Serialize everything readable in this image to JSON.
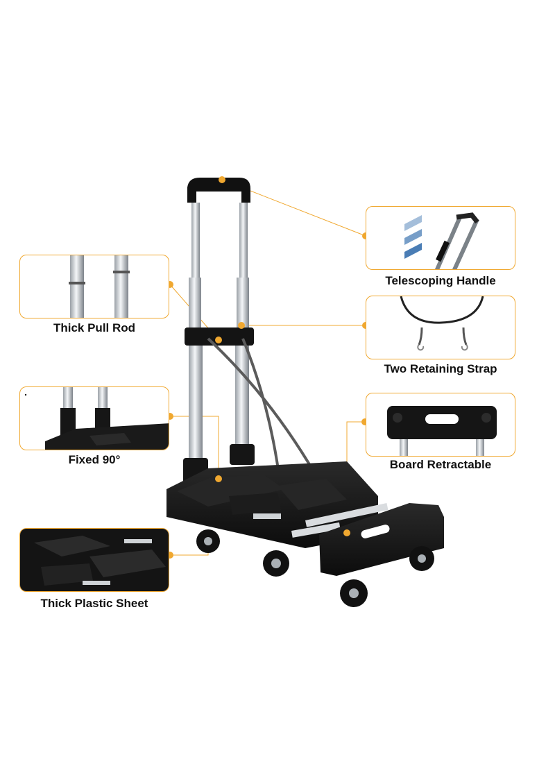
{
  "accent_color": "#f0a830",
  "callouts": {
    "telescoping_handle": {
      "label": "Telescoping Handle",
      "icon": "telescoping-handle-icon"
    },
    "thick_pull_rod": {
      "label": "Thick Pull Rod",
      "icon": "pull-rod-icon"
    },
    "two_retaining_strap": {
      "label": "Two Retaining Strap",
      "icon": "bungee-strap-icon"
    },
    "fixed_90": {
      "label": "Fixed 90°",
      "icon": "hinge-lock-icon"
    },
    "board_retractable": {
      "label": "Board  Retractable",
      "icon": "extension-board-icon"
    },
    "thick_plastic_sheet": {
      "label": "Thick Plastic Sheet",
      "icon": "plastic-deck-icon"
    }
  }
}
